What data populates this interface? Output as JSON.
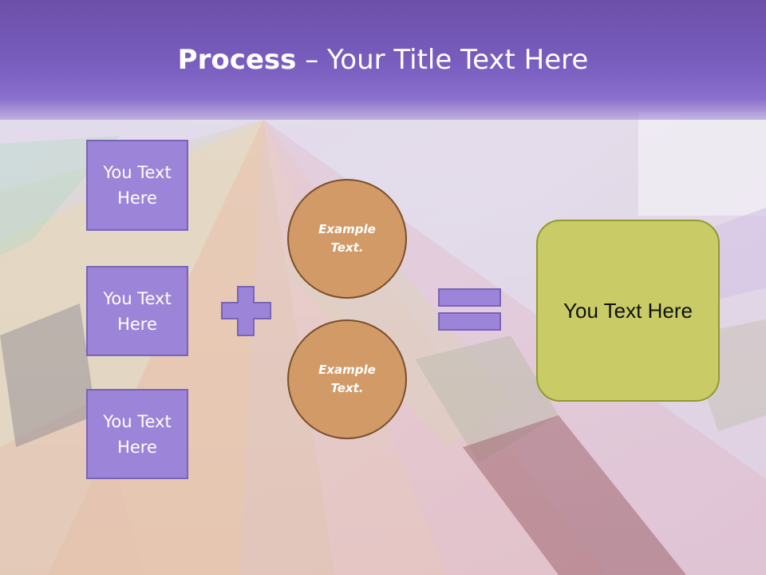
{
  "title": {
    "bold": "Process",
    "separator": " – ",
    "rest": "Your Title Text Here"
  },
  "left_boxes": [
    {
      "label": "You Text Here"
    },
    {
      "label": "You Text Here"
    },
    {
      "label": "You Text Here"
    }
  ],
  "circles": [
    {
      "label": "Example Text."
    },
    {
      "label": "Example Text."
    }
  ],
  "result": {
    "label": "You Text Here"
  },
  "colors": {
    "title_bar": "#7a5ec0",
    "left_box_fill": "#9c84d8",
    "circle_fill": "#d19a66",
    "result_fill": "#c9cc66",
    "operator_fill": "#9c84d8"
  },
  "icons": {
    "plus": "plus-icon",
    "equals": "equals-icon"
  }
}
